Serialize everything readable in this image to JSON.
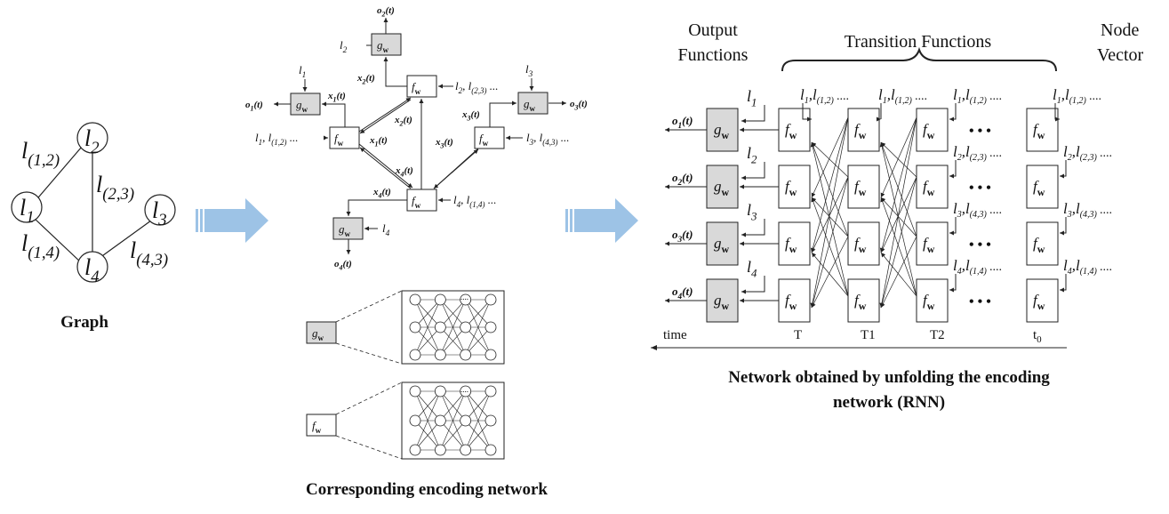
{
  "captions": {
    "graph": "Graph",
    "encoding": "Corresponding encoding network",
    "unfold_line1": "Network obtained by unfolding the encoding",
    "unfold_line2": "network (RNN)"
  },
  "headings": {
    "output_line1": "Output",
    "output_line2": "Functions",
    "transition": "Transition Functions",
    "node_line1": "Node",
    "node_line2": "Vector"
  },
  "graph": {
    "nodes": [
      {
        "id": "n1",
        "label": "l",
        "sub": "1"
      },
      {
        "id": "n2",
        "label": "l",
        "sub": "2"
      },
      {
        "id": "n3",
        "label": "l",
        "sub": "3"
      },
      {
        "id": "n4",
        "label": "l",
        "sub": "4"
      }
    ],
    "edges": [
      {
        "from": "n1",
        "to": "n2",
        "label": "l",
        "sub": "(1,2)"
      },
      {
        "from": "n2",
        "to": "n4",
        "label": "l",
        "sub": "(2,3)"
      },
      {
        "from": "n3",
        "to": "n4",
        "label": "l",
        "sub": "(4,3)"
      },
      {
        "from": "n1",
        "to": "n4",
        "label": "l",
        "sub": "(1,4)"
      }
    ]
  },
  "symbols": {
    "g": "g",
    "f": "f",
    "w": "w",
    "dots": "...."
  },
  "encoding": {
    "nodes": [
      {
        "id": "e1",
        "x_label": "x",
        "x_sub": "1",
        "in_label": "l",
        "in_sub": "1",
        "in_extra": "l",
        "in_extra_sub": "(1,2)",
        "out_label": "o",
        "out_sub": "1",
        "t": "(t)"
      },
      {
        "id": "e2",
        "x_label": "x",
        "x_sub": "2",
        "in_label": "l",
        "in_sub": "2",
        "in_extra": "l",
        "in_extra_sub": "(2,3)",
        "out_label": "o",
        "out_sub": "2",
        "t": "(t)"
      },
      {
        "id": "e3",
        "x_label": "x",
        "x_sub": "3",
        "in_label": "l",
        "in_sub": "3",
        "in_extra": "l",
        "in_extra_sub": "(4,3)",
        "out_label": "o",
        "out_sub": "3",
        "t": "(t)"
      },
      {
        "id": "e4",
        "x_label": "x",
        "x_sub": "4",
        "in_label": "l",
        "in_sub": "4",
        "in_extra": "l",
        "in_extra_sub": "(1,4)",
        "out_label": "o",
        "out_sub": "4",
        "t": "(t)"
      }
    ]
  },
  "unfolded": {
    "rows": [
      {
        "out_label": "o",
        "out_sub": "1",
        "t": "(t)",
        "l": "l",
        "l_sub": "1",
        "pair_l": "l",
        "pair_sub": "1",
        "pair_l2": "l",
        "pair_sub2": "(1,2)",
        "dots": "...."
      },
      {
        "out_label": "o",
        "out_sub": "2",
        "t": "(t)",
        "l": "l",
        "l_sub": "2",
        "pair_l": "l",
        "pair_sub": "2",
        "pair_l2": "l",
        "pair_sub2": "(2,3)",
        "dots": "...."
      },
      {
        "out_label": "o",
        "out_sub": "3",
        "t": "(t)",
        "l": "l",
        "l_sub": "3",
        "pair_l": "l",
        "pair_sub": "3",
        "pair_l2": "l",
        "pair_sub2": "(4,3)",
        "dots": "...."
      },
      {
        "out_label": "o",
        "out_sub": "4",
        "t": "(t)",
        "l": "l",
        "l_sub": "4",
        "pair_l": "l",
        "pair_sub": "4",
        "pair_l2": "l",
        "pair_sub2": "(1,4)",
        "dots": "...."
      }
    ],
    "time_label": "time",
    "columns": [
      "T",
      "T1",
      "T2",
      "t"
    ],
    "last_column_sub": "0",
    "ellipsis": "• • •",
    "top_inputs_prefix": "l",
    "top_inputs_sub": "1",
    "top_inputs_extra": "l",
    "top_inputs_extra_sub": "(1,2)"
  },
  "colors": {
    "shaded_box": "#d9d9d9",
    "arrow_blue": "#9dc3e6",
    "line": "#222222"
  }
}
